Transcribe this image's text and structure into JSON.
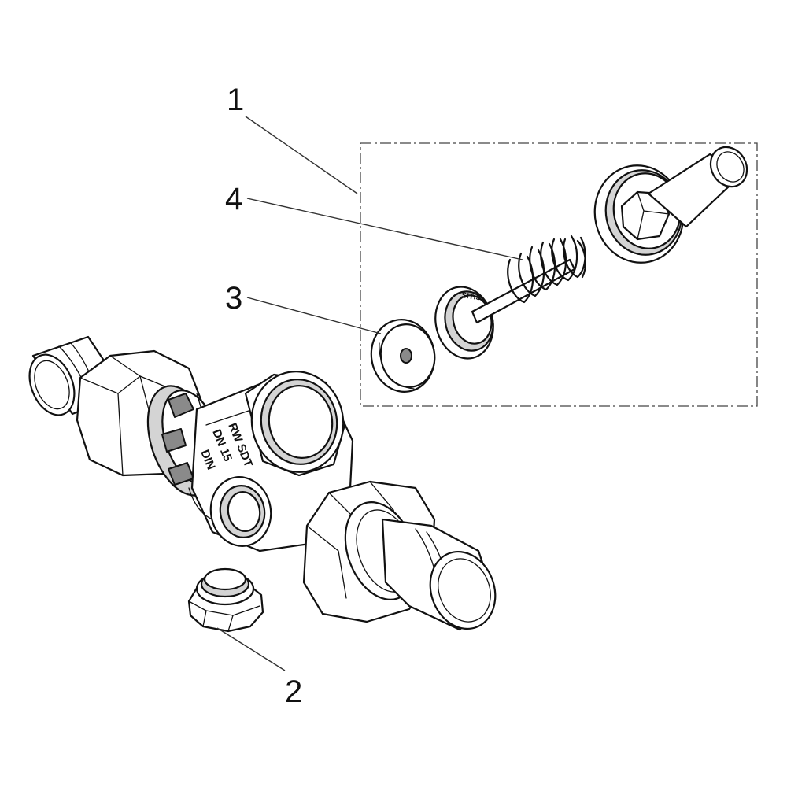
{
  "callouts": [
    {
      "id": "1",
      "label": "1"
    },
    {
      "id": "2",
      "label": "2"
    },
    {
      "id": "3",
      "label": "3"
    },
    {
      "id": "4",
      "label": "4"
    }
  ],
  "body_marking": {
    "line1": "RW SDT",
    "line2": "DN 15",
    "line3": "DIN"
  },
  "poppet_marking": "SITIS"
}
